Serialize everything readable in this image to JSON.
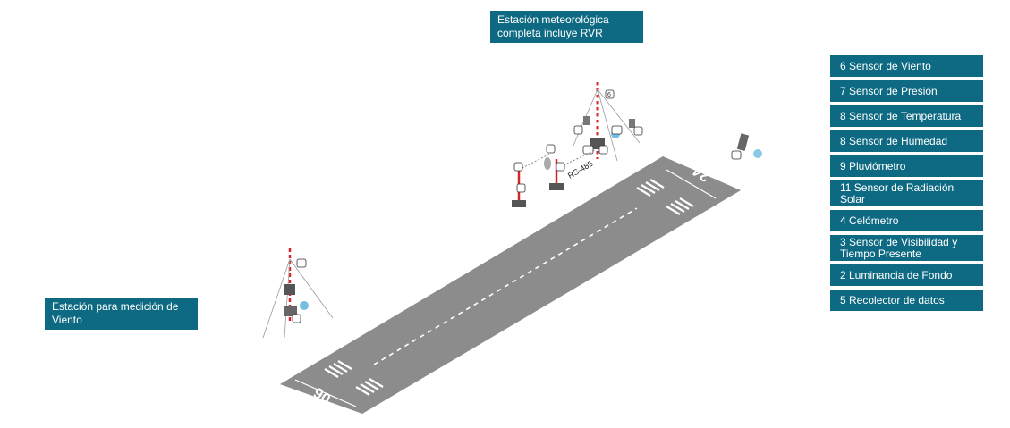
{
  "callouts": {
    "weather_station": "Estación meteorológica completa incluye RVR",
    "wind_station": "Estación para medición de Viento"
  },
  "legend": [
    "6 Sensor de Viento",
    "7 Sensor de Presión",
    "8 Sensor de Temperatura",
    "8 Sensor de Humedad",
    "9 Pluviómetro",
    "11 Sensor de Radiación Solar",
    "4 Celómetro",
    "3 Sensor de Visibilidad y Tiempo Presente",
    "2 Luminancia de Fondo",
    "5 Recolector de datos"
  ],
  "runway": {
    "end_a": "24",
    "end_b": "06"
  },
  "link_label": "RS-485",
  "colors": {
    "callout_bg": "#0e6a82",
    "runway": "#8c8c8c",
    "mast_red": "#d9232a"
  }
}
